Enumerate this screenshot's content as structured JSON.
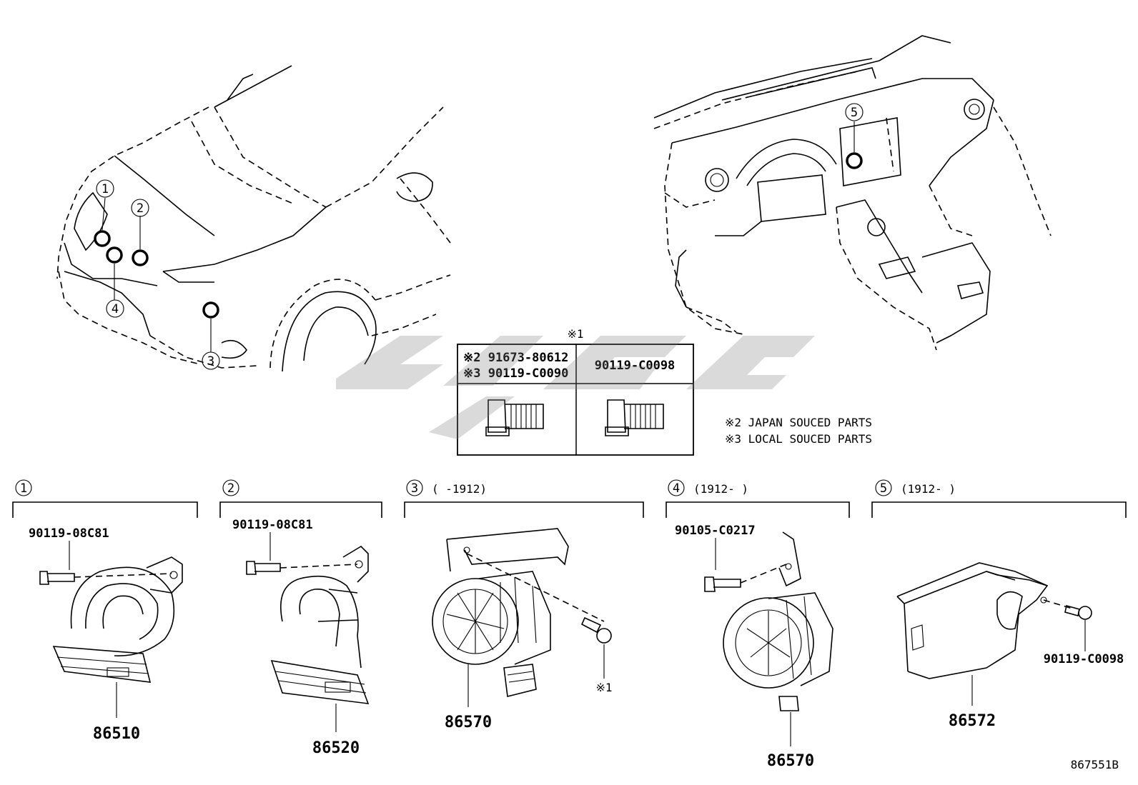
{
  "callouts": {
    "c1": "1",
    "c2": "2",
    "c3": "3",
    "c4": "4",
    "c5": "5"
  },
  "bolt_table": {
    "title": "※1",
    "left_line1": "※2 91673-80612",
    "left_line2": "※3 90119-C0090",
    "right": "90119-C0098"
  },
  "notes": {
    "n2": "※2 JAPAN SOUCED PARTS",
    "n3": "※3 LOCAL SOUCED PARTS"
  },
  "sections": {
    "s3_range": "(     -1912)",
    "s4_range": "(1912-     )",
    "s5_range": "(1912-     )"
  },
  "parts": {
    "bolt1": "90119-08C81",
    "horn1": "86510",
    "bolt2": "90119-08C81",
    "horn2": "86520",
    "sensor3": "86570",
    "ref3": "※1",
    "bolt4": "90105-C0217",
    "sensor4": "86570",
    "ecu5": "86572",
    "bolt5": "90119-C0098"
  },
  "diagram_id": "867551B",
  "colors": {
    "line": "#000000",
    "watermark": "#7a7a7a"
  }
}
